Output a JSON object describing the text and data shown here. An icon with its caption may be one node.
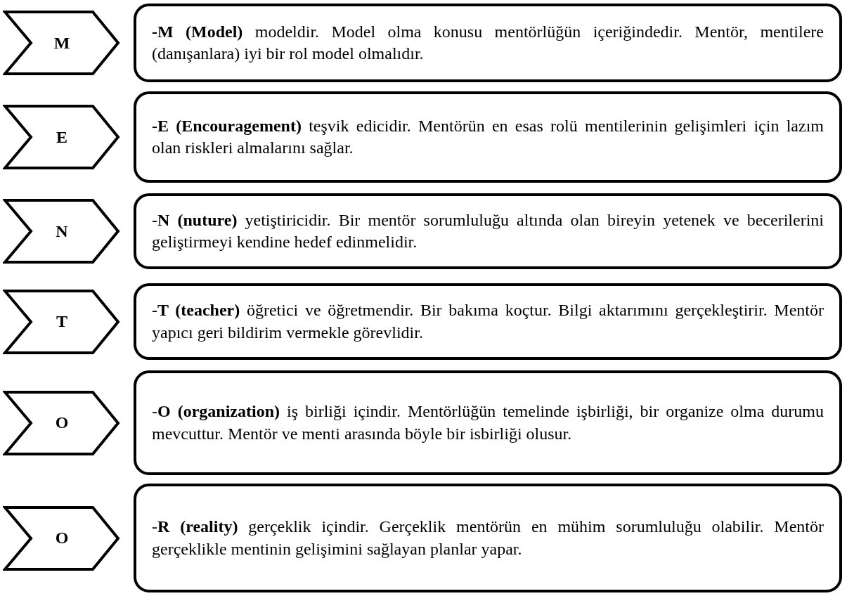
{
  "diagram": {
    "nodes": [
      {
        "text": [
          "M"
        ]
      },
      {
        "text": [
          "**-M (Model)** modeldir. Model olma konusu mentörlüğün içeriğindedir. Mentör, mentilere (danışanlara) iyi bir rol model olmalıdır."
        ]
      },
      {
        "text": [
          "E"
        ]
      },
      {
        "text": [
          "-**E (Encouragement)** teşvik edicidir. Mentörün en esas rolü mentilerinin gelişimleri için lazım olan riskleri almalarını sağlar."
        ]
      },
      {
        "text": [
          "N"
        ]
      },
      {
        "text": [
          "-**N (nuture)** yetiştiricidir. Bir mentör sorumluluğu altında olan bireyin yetenek ve becerilerini geliştirmeyi kendine hedef edinmelidir."
        ]
      },
      {
        "text": [
          "T"
        ]
      },
      {
        "text": [
          "-**T (teacher)** öğretici ve öğretmendir. Bir bakıma koçtur. Bilgi aktarımını gerçekleştirir. Mentör yapıcı geri bildirim vermekle görevlidir."
        ]
      },
      {
        "text": [
          "O"
        ]
      },
      {
        "text": [
          "-**O (organization)**  iş birliği içindir. Mentörlüğün temelinde işbirliği, bir organize olma durumu mevcuttur. Mentör ve menti arasında böyle bir isbirliği olusur."
        ]
      },
      {
        "text": [
          "O"
        ]
      },
      {
        "text": [
          "-**R (reality)** gerçeklik içindir. Gerçeklik mentörün en mühim sorumluluğu olabilir. Mentör gerçeklikle mentinin gelişimini sağlayan planlar yapar."
        ]
      }
    ]
  }
}
